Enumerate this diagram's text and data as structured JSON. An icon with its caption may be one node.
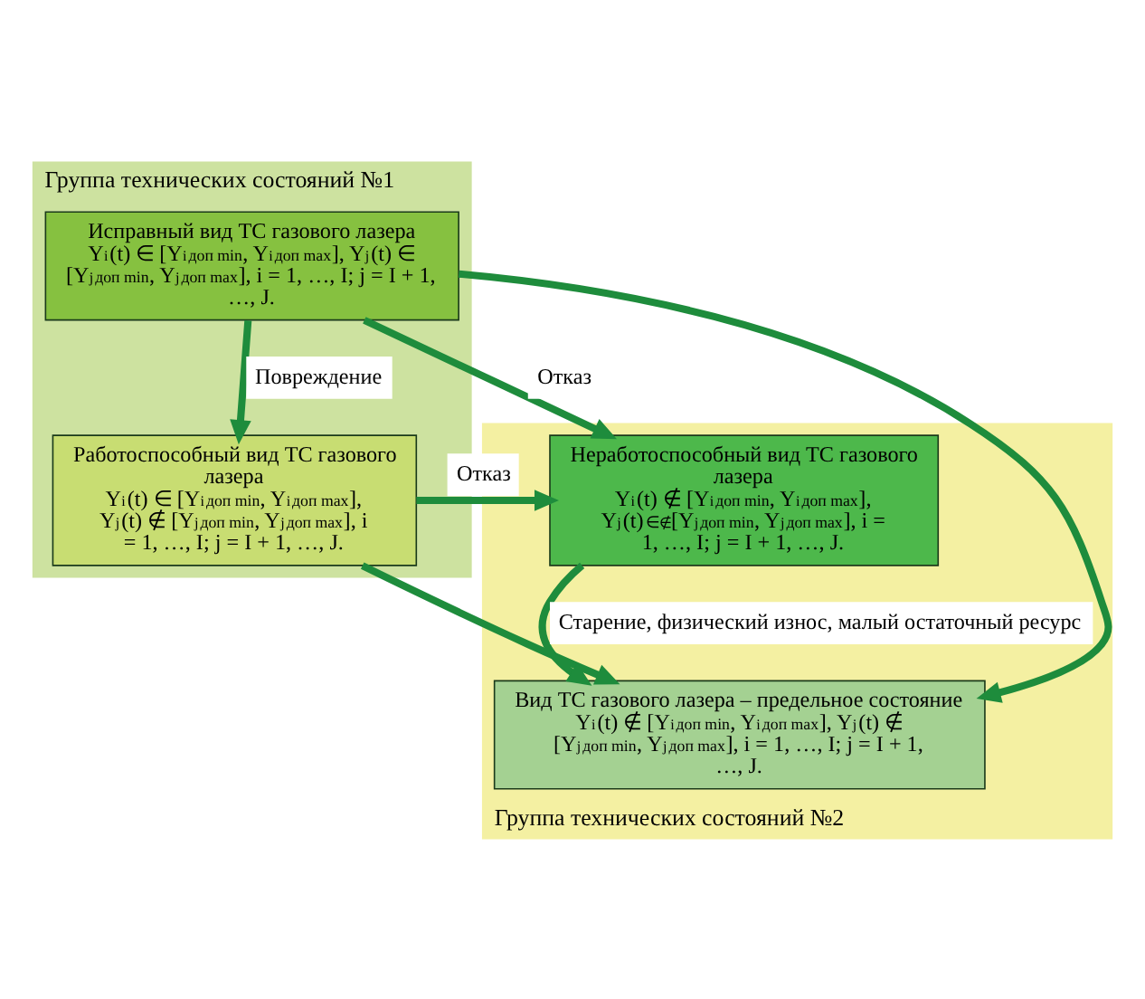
{
  "diagram": {
    "nodes": [
      {
        "text": [
          "Группа технических состояний №1"
        ]
      },
      {
        "text": [
          "Исправный вид ТС газового лазера",
          "Y$_{i}$(t) ∈ [Y$_{i}$$^{доп min}$, Y$_{i}$$^{доп max}$], Y$_{j}$(t) ∈ [Y$_{j}$$^{доп min}$, Y$_{j}$$^{доп max}$], i = 1, …, I; j = I + 1, …, J."
        ],
        "in": 0
      },
      {
        "text": [
          "Работоспособный вид ТС газового лазера",
          "Y$_{i}$(t) ∈ [Y$_{i}$$^{доп min}$, Y$_{i}$$^{доп max}$], Y$_{j}$(t) ∉ [Y$_{j}$$^{доп min}$, Y$_{j}$$^{доп max}$], i = 1, …, I; j = I + 1, …, J."
        ],
        "in": 0
      },
      {
        "text": [
          "Группа технических состояний №2"
        ]
      },
      {
        "text": [
          "Неработоспособный вид ТС газового лазера",
          "Y$_{i}$(t) ∉ [Y$_{i}$$^{доп min}$, Y$_{i}$$^{доп max}$], Y$_{j}$(t)$^{∈}$$_{∉}$[Y$_{j}$$^{доп min}$, Y$_{j}$$^{доп max}$], i = 1, …, I; j = I + 1, …, J."
        ],
        "in": 3
      },
      {
        "text": [
          "Вид ТС газового лазера – предельное состояние",
          "Y$_{i}$(t) ∉ [Y$_{i}$$^{доп min}$, Y$_{i}$$^{доп max}$], Y$_{j}$(t) ∉ [Y$_{j}$$^{доп min}$, Y$_{j}$$^{доп max}$], i = 1, …, I; j = I + 1, …, J."
        ],
        "in": 3
      }
    ],
    "edges": [
      {
        "from": 1,
        "to": 2,
        "arrow": "to",
        "label": "Повреждение"
      },
      {
        "from": 1,
        "to": 4,
        "arrow": "to",
        "label": "Отказ"
      },
      {
        "from": 1,
        "to": 5,
        "arrow": "to"
      },
      {
        "from": 2,
        "to": 4,
        "arrow": "to",
        "label": "Отказ"
      },
      {
        "from": 2,
        "to": 5,
        "arrow": "to"
      },
      {
        "from": 4,
        "to": 5,
        "arrow": "to",
        "label": "Старение, физический износ, малый остаточный ресурс"
      }
    ]
  }
}
